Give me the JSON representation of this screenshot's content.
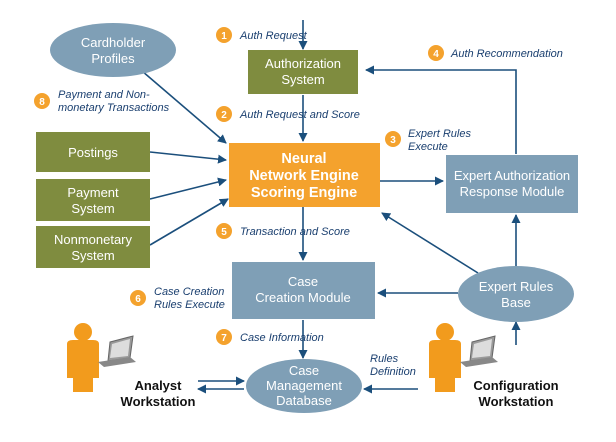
{
  "colors": {
    "green_box": "#7f8c3f",
    "blue_box": "#7f9fb6",
    "orange": "#f4a22d",
    "arrow": "#1b4f7c",
    "step_text": "#1a3f6f",
    "person": "#f29b1d"
  },
  "nodes": {
    "cardholder": [
      "Cardholder",
      "Profiles"
    ],
    "authorization": [
      "Authorization",
      "System"
    ],
    "postings": [
      "Postings"
    ],
    "payment": [
      "Payment",
      "System"
    ],
    "nonmonetary": [
      "Nonmonetary",
      "System"
    ],
    "engine": [
      "Neural",
      "Network Engine",
      "Scoring Engine"
    ],
    "expert_response": [
      "Expert Authorization",
      "Response Module"
    ],
    "case_creation": [
      "Case",
      "Creation Module"
    ],
    "expert_rules": [
      "Expert Rules",
      "Base"
    ],
    "case_db": [
      "Case",
      "Management",
      "Database"
    ]
  },
  "steps": [
    {
      "num": "1",
      "lines": [
        "Auth Request"
      ]
    },
    {
      "num": "2",
      "lines": [
        "Auth Request and Score"
      ]
    },
    {
      "num": "3",
      "lines": [
        "Expert Rules",
        "Execute"
      ]
    },
    {
      "num": "4",
      "lines": [
        "Auth Recommendation"
      ]
    },
    {
      "num": "5",
      "lines": [
        "Transaction and Score"
      ]
    },
    {
      "num": "6",
      "lines": [
        "Case Creation",
        "Rules Execute"
      ]
    },
    {
      "num": "7",
      "lines": [
        "Case Information"
      ]
    },
    {
      "num": "8",
      "lines": [
        "Payment and Non-",
        "monetary Transactions"
      ]
    }
  ],
  "rules_definition": [
    "Rules",
    "Definition"
  ],
  "workstations": {
    "analyst": [
      "Analyst",
      "Workstation"
    ],
    "configuration": [
      "Configuration",
      "Workstation"
    ]
  },
  "icons": {
    "analyst": "person-computer-icon",
    "configuration": "person-computer-icon"
  }
}
